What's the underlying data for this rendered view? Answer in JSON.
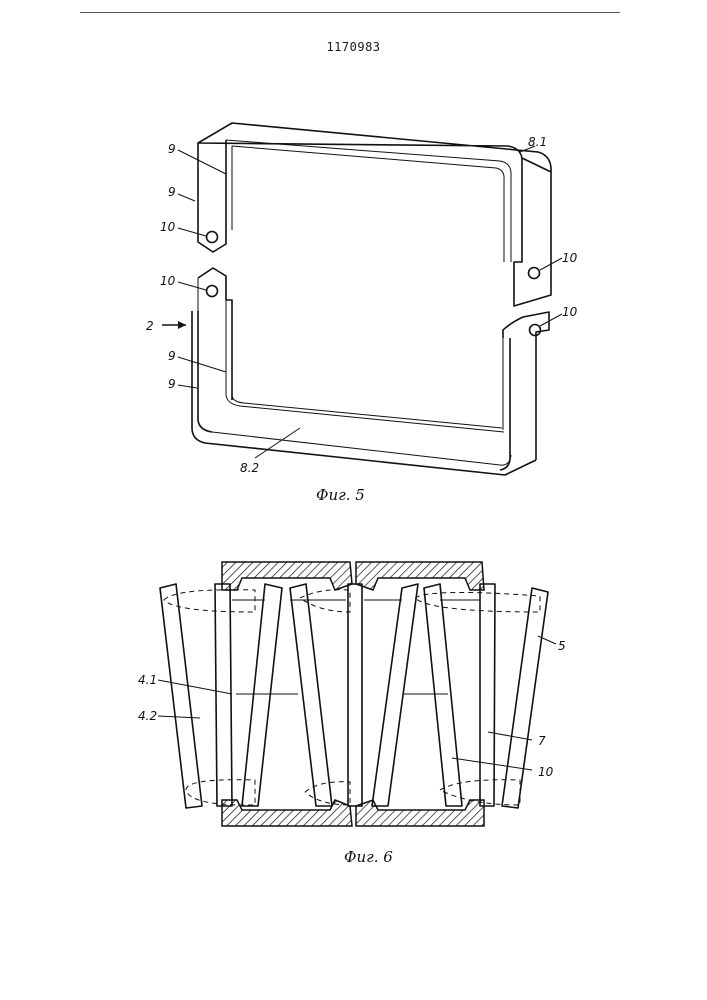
{
  "document": {
    "patent_number": "1170983"
  },
  "figure5": {
    "caption": "Фиг. 5",
    "labels": {
      "frame_upper": "8.1",
      "frame_lower": "8.2",
      "arrow": "2",
      "nine_a": "9",
      "nine_b": "9",
      "nine_c": "9",
      "nine_d": "9",
      "ten_a": "10",
      "ten_b": "10",
      "ten_c": "10",
      "ten_d": "10"
    }
  },
  "figure6": {
    "caption": "Фиг. 6",
    "labels": {
      "l41": "4.1",
      "l42": "4.2",
      "l5": "5",
      "l7": "7",
      "l10": "10"
    }
  }
}
